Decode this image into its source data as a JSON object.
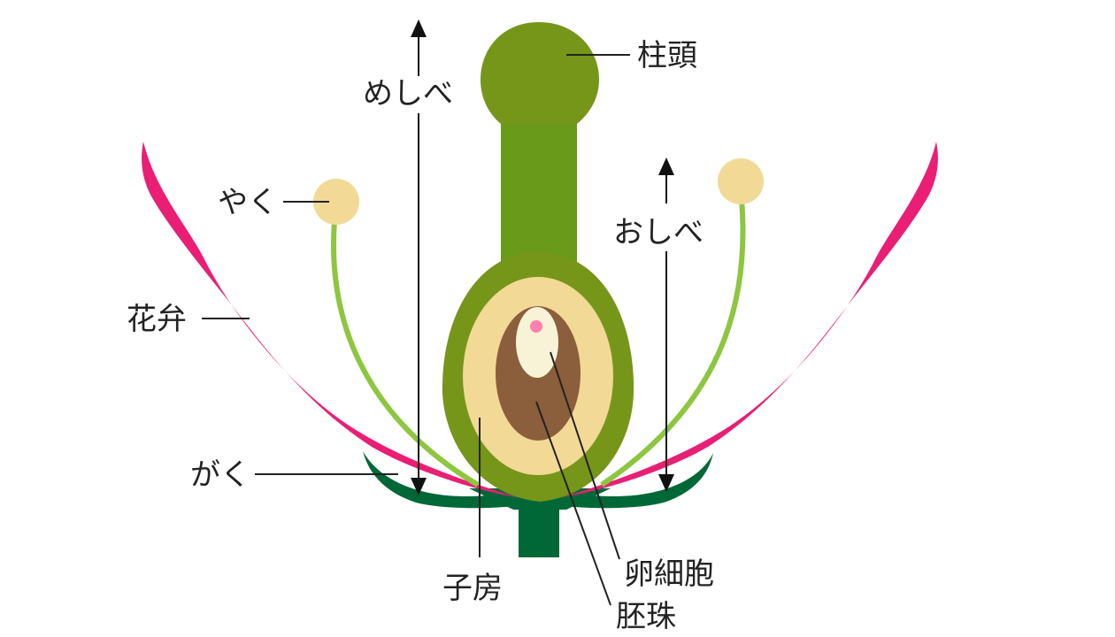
{
  "labels": {
    "pistil": "めしべ",
    "stigma": "柱頭",
    "anther": "やく",
    "stamen": "おしべ",
    "petal": "花弁",
    "sepal": "がく",
    "ovary": "子房",
    "egg_cell": "卵細胞",
    "ovule": "胚珠"
  },
  "colors": {
    "petal": "#e91e74",
    "sepal": "#006837",
    "stem": "#006837",
    "pistil_outer": "#76961a",
    "pistil_style": "#6a9a1a",
    "ovary_inner": "#f2d996",
    "ovule": "#8b5e3c",
    "egg_cell": "#f8f3d6",
    "egg_nucleus": "#ff7fae",
    "filament": "#8dc63f",
    "anther": "#f2d996",
    "line": "#222222"
  },
  "icons": {
    "pistil_arrow": "double-arrow-vertical",
    "stamen_arrow": "double-arrow-vertical"
  }
}
